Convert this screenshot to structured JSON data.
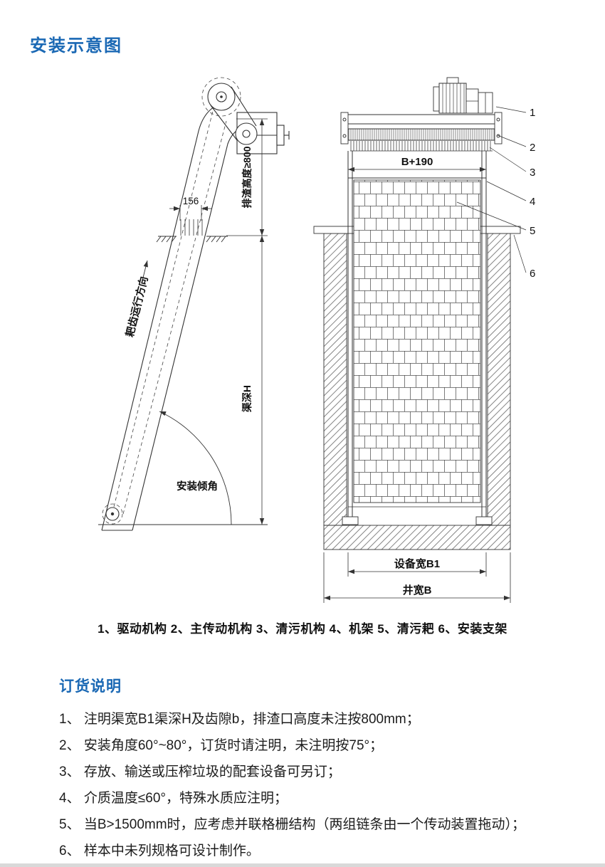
{
  "page": {
    "title": "安装示意图",
    "caption": "1、驱动机构 2、主传动机构 3、清污机构 4、机架 5、清污耙 6、安装支架"
  },
  "colors": {
    "heading_blue": "#1a68b4",
    "line": "#333333"
  },
  "diagram": {
    "side_view": {
      "dim_width": "156",
      "discharge_height": "排渣高度≥800",
      "rake_direction": "耙齿运行方向",
      "channel_depth": "渠深H",
      "install_angle": "安装倾角"
    },
    "front_view": {
      "top_width": "B+190",
      "equipment_width": "设备宽B1",
      "well_width": "井宽B",
      "callouts": [
        "1",
        "2",
        "3",
        "4",
        "5",
        "6"
      ]
    }
  },
  "ordering": {
    "title": "订货说明",
    "items": [
      "1、 注明渠宽B1渠深H及齿隙b，排渣口高度未注按800mm；",
      "2、 安装角度60°~80°，订货时请注明，未注明按75°；",
      "3、 存放、输送或压榨垃圾的配套设备可另订；",
      "4、 介质温度≤60°，特殊水质应注明；",
      "5、 当B>1500mm时，应考虑并联格栅结构（两组链条由一个传动装置拖动）；",
      "6、 样本中未列规格可设计制作。"
    ]
  }
}
